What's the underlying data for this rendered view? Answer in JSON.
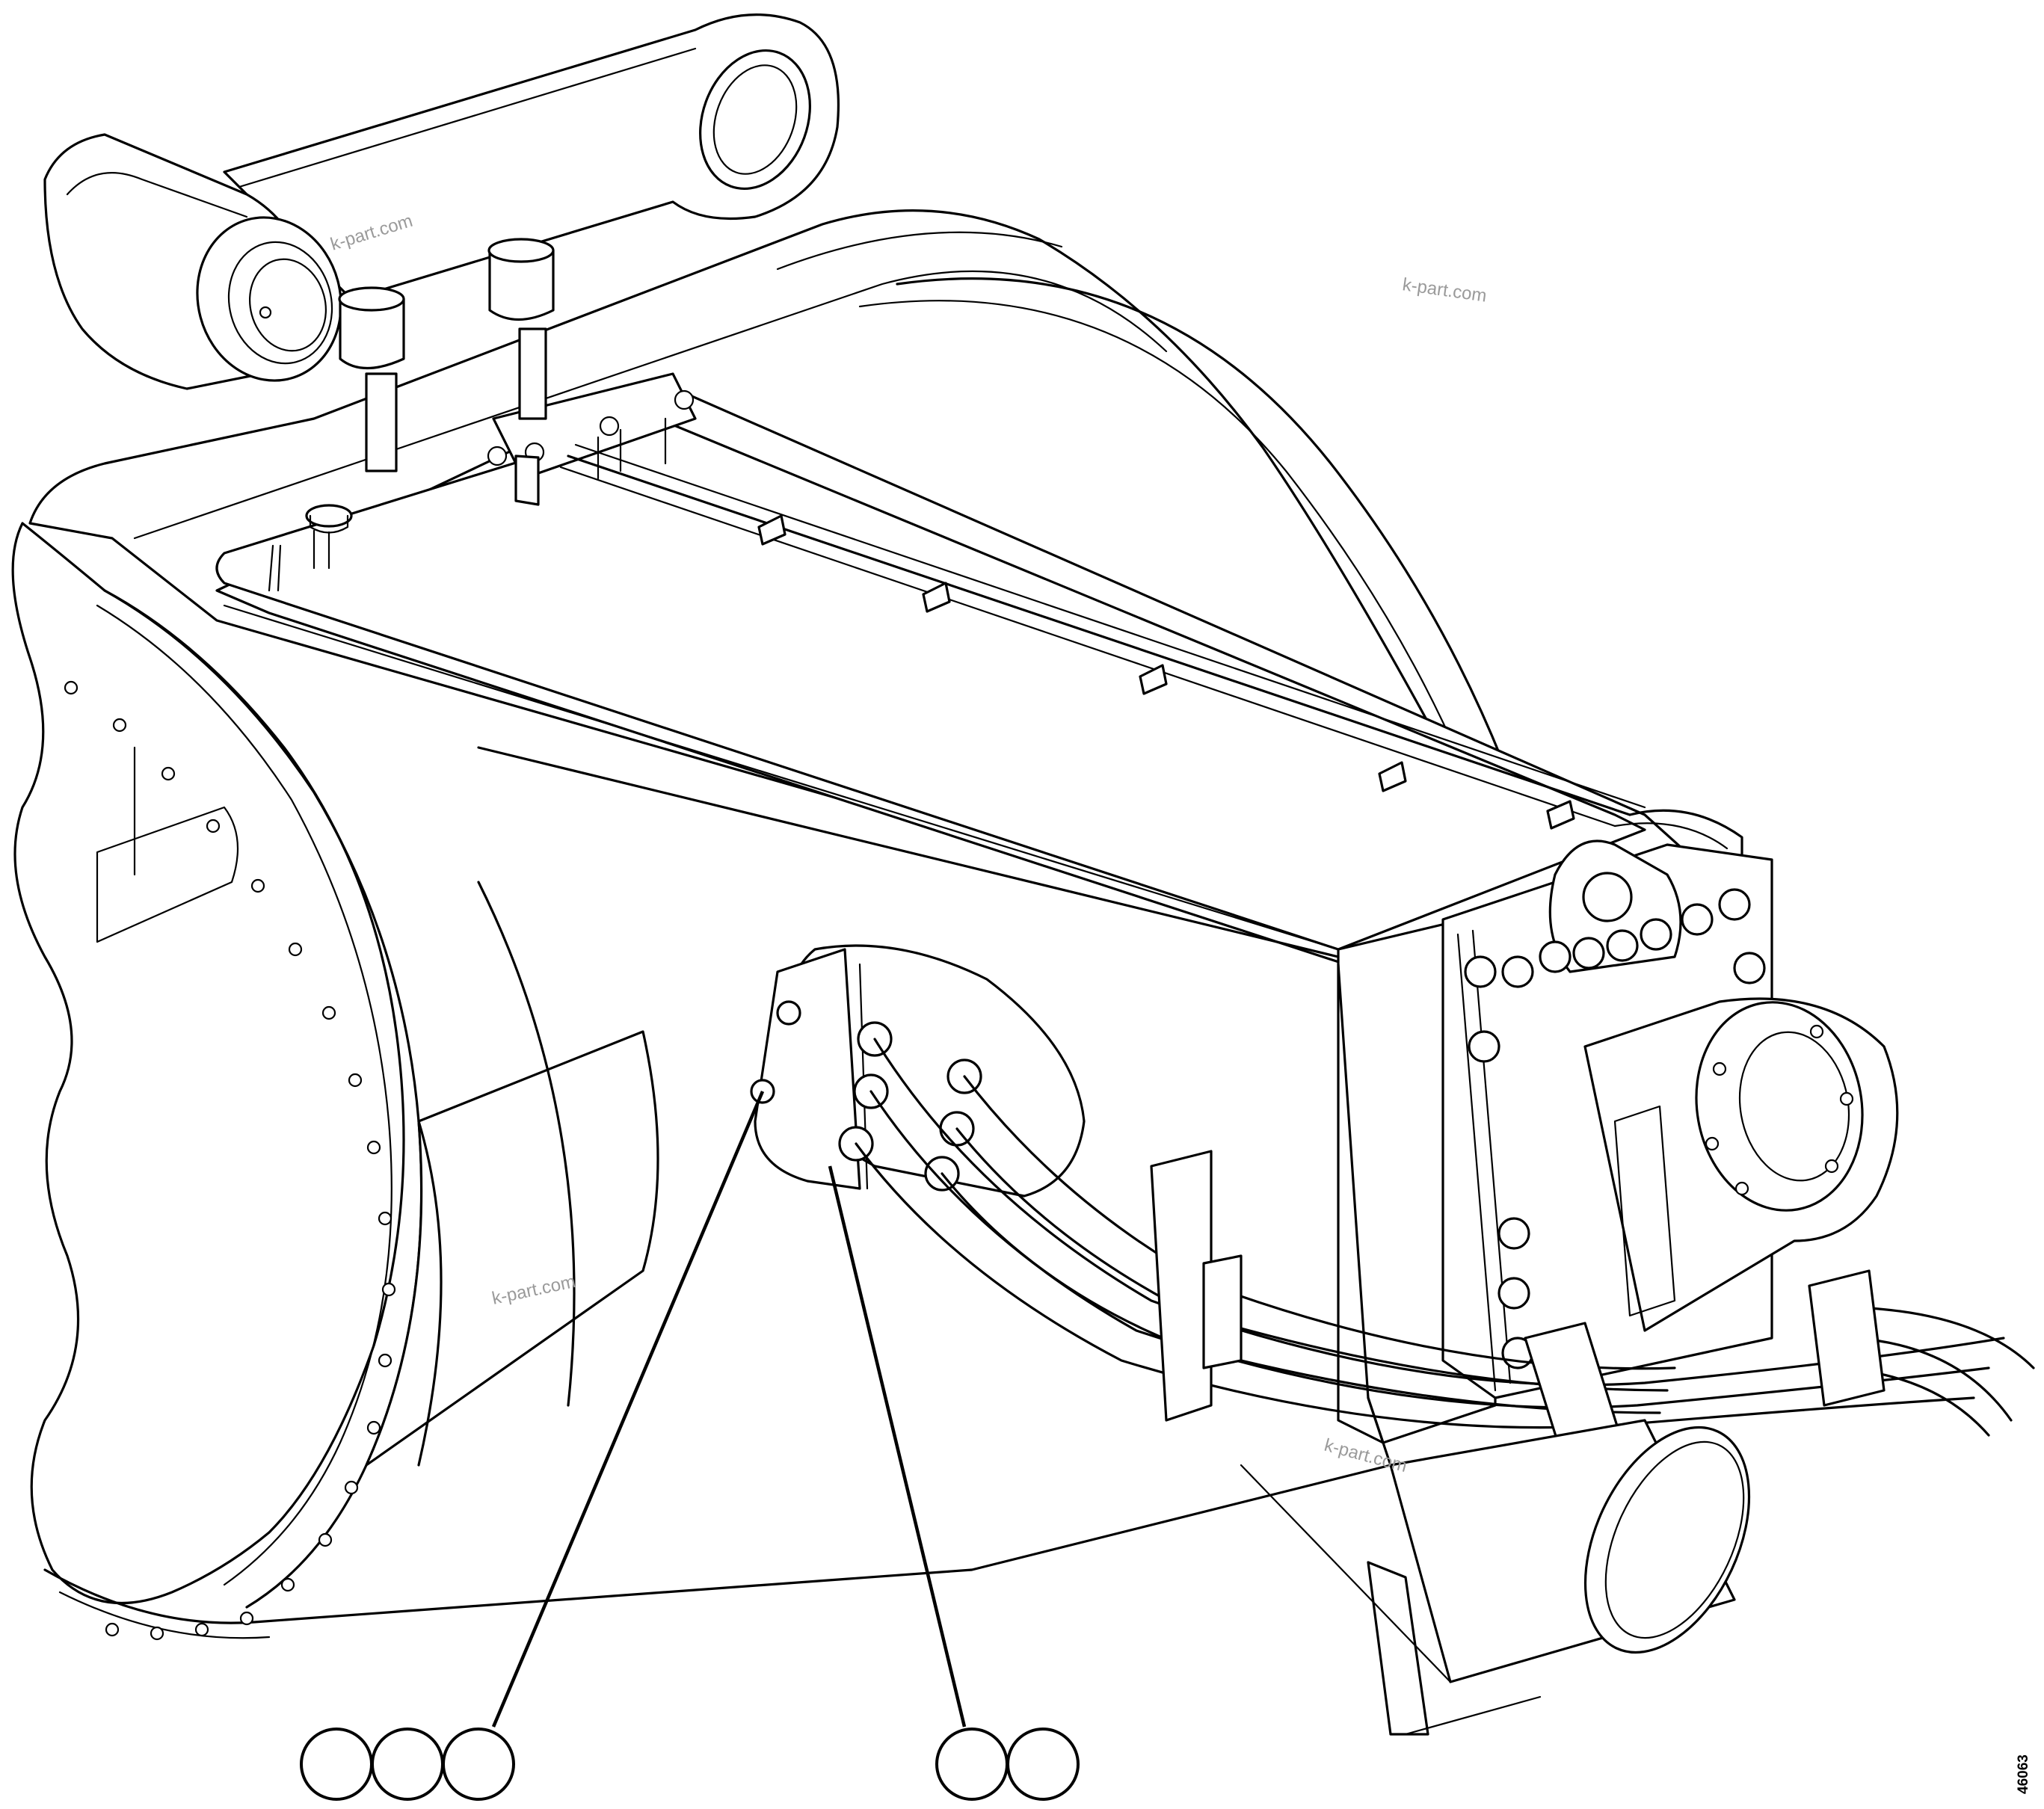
{
  "drawing": {
    "figure_number": "46063",
    "watermarks": [
      "k-part.com",
      "k-part.com",
      "k-part.com",
      "k-part.com"
    ],
    "callouts": {
      "left_group": [
        "",
        "",
        ""
      ],
      "right_group": [
        "",
        ""
      ]
    }
  }
}
